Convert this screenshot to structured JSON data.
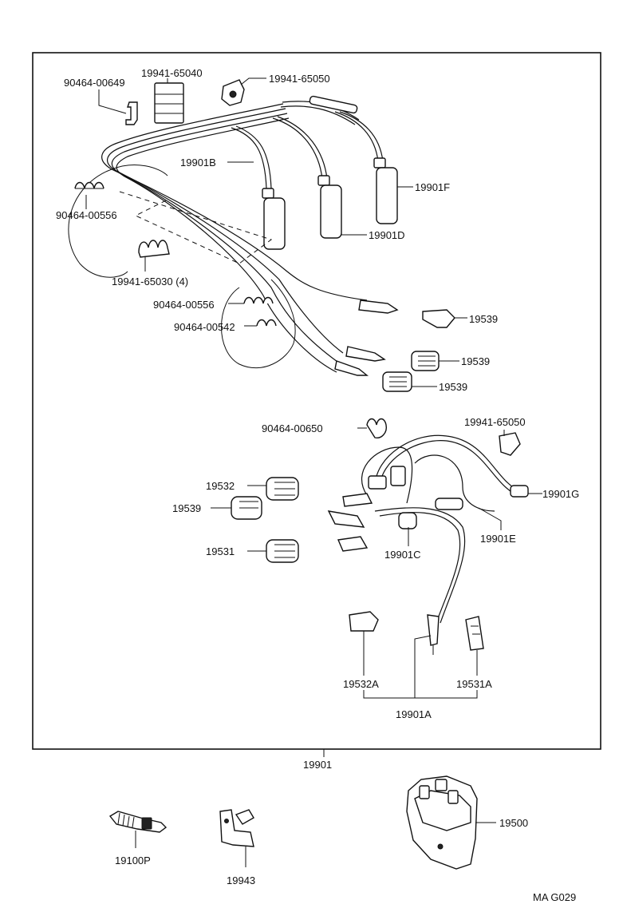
{
  "labels": {
    "l_90464_00649": "90464-00649",
    "l_19941_65040": "19941-65040",
    "l_19941_65050_top": "19941-65050",
    "l_19901B": "19901B",
    "l_19901F": "19901F",
    "l_19901D": "19901D",
    "l_90464_00556_a": "90464-00556",
    "l_19941_65030": "19941-65030 (4)",
    "l_90464_00556_b": "90464-00556",
    "l_90464_00542": "90464-00542",
    "l_19539_a": "19539",
    "l_19539_b": "19539",
    "l_19539_c": "19539",
    "l_90464_00650": "90464-00650",
    "l_19941_65050_mid": "19941-65050",
    "l_19532": "19532",
    "l_19539_d": "19539",
    "l_19901G": "19901G",
    "l_19901E": "19901E",
    "l_19531": "19531",
    "l_19901C": "19901C",
    "l_19532A": "19532A",
    "l_19531A": "19531A",
    "l_19901A": "19901A",
    "l_19901": "19901",
    "l_19100P": "19100P",
    "l_19943": "19943",
    "l_19500": "19500",
    "drawing_code": "MA  G029"
  }
}
